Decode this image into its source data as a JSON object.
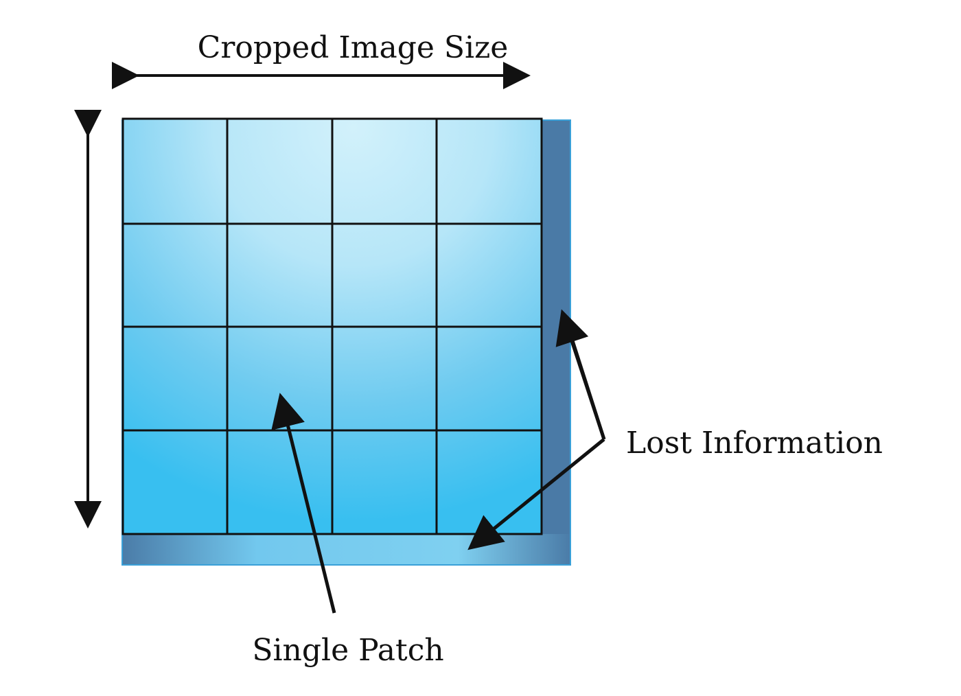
{
  "labels": {
    "cropped_size": "Cropped Image Size",
    "lost_info": "Lost Information",
    "single_patch": "Single Patch"
  },
  "grid": {
    "rows": 4,
    "cols": 4
  },
  "colors": {
    "patch_light": "#b9e9f9",
    "patch_dark": "#38bff0",
    "lost_edge": "#4a7aa6",
    "lost_bottom_light": "#6cc9ef",
    "grid_line": "#111111",
    "arrow": "#111111"
  }
}
